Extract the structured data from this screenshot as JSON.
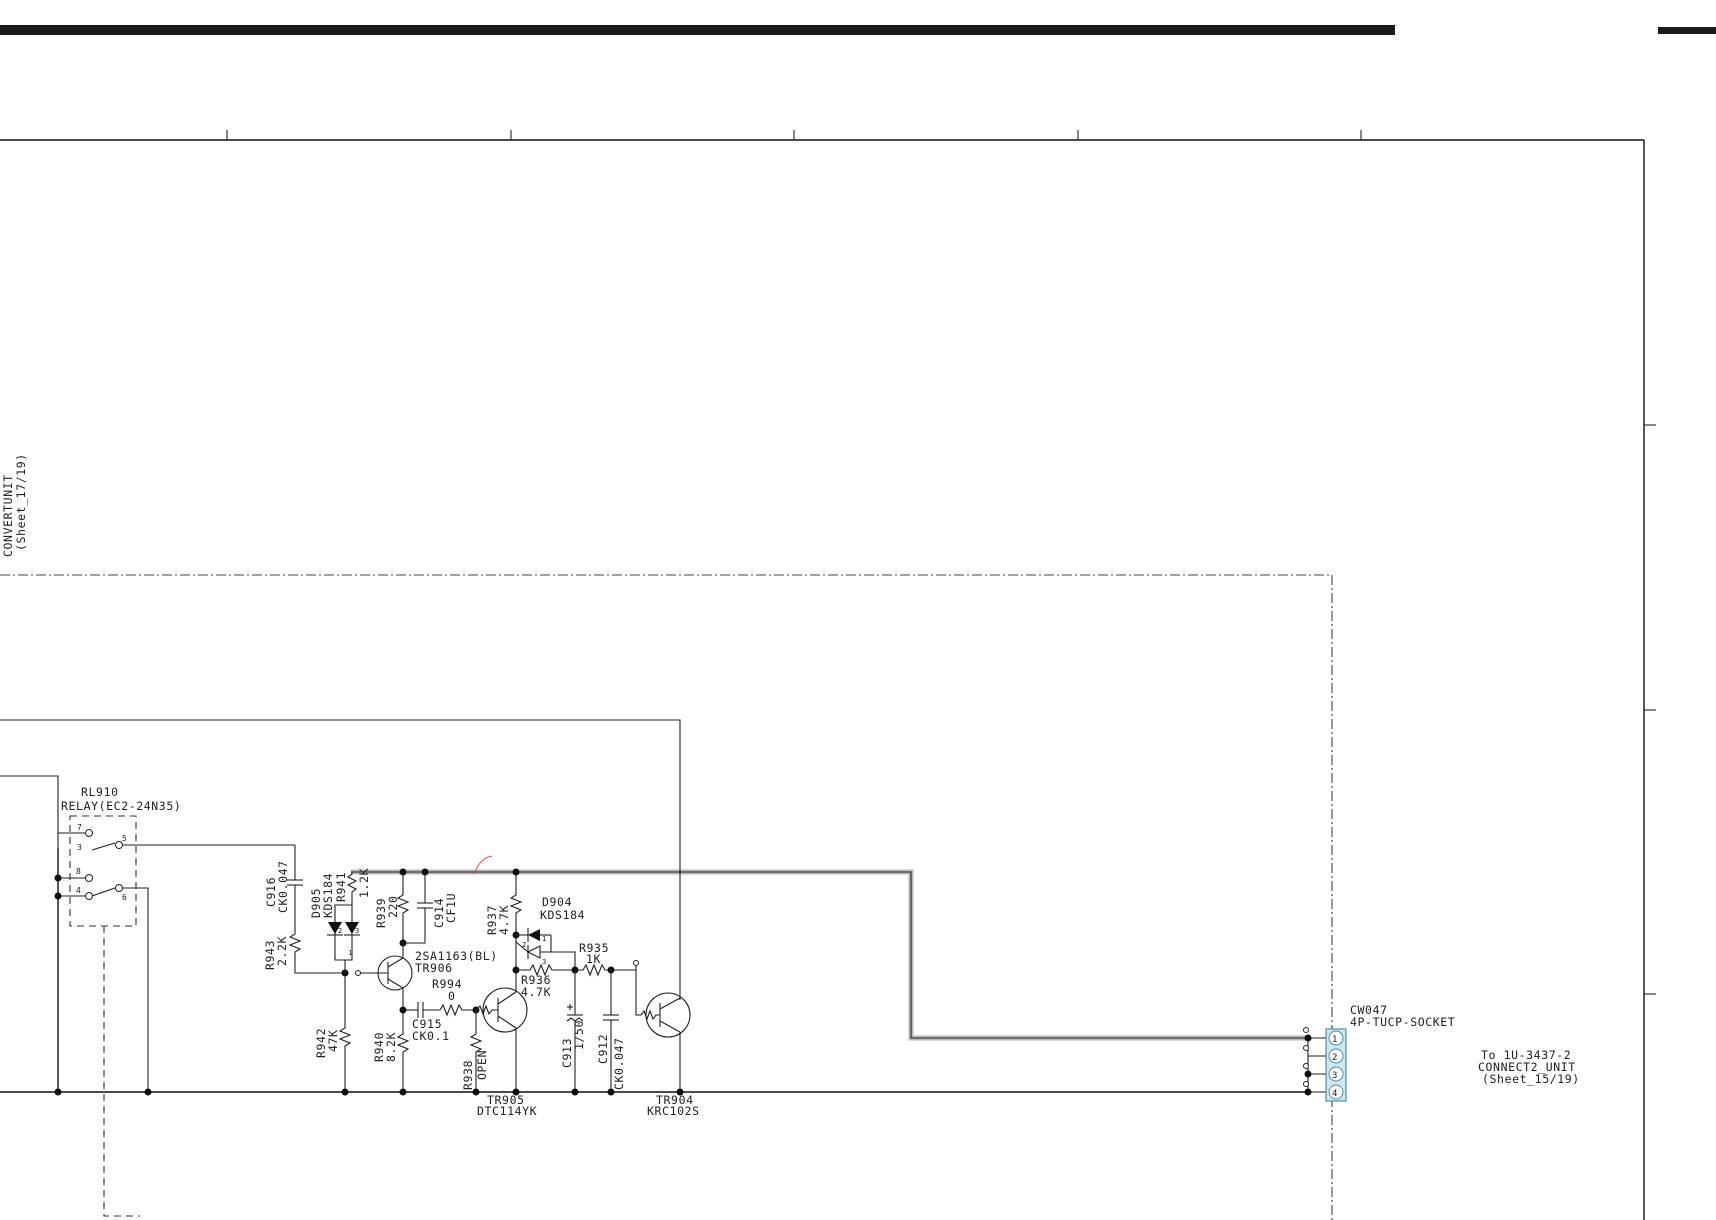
{
  "labels": {
    "convert_unit": "CONVERTUNIT",
    "convert_sheet": "(Sheet_17/19)",
    "rl910": "RL910",
    "relay": "RELAY(EC2-24N35)",
    "c916": "C916",
    "c916_val": "CK0.047",
    "d905": "D905",
    "d905_val": "KDS184",
    "r941": "R941",
    "r941_val": "1.2K",
    "r939": "R939",
    "r939_val": "220",
    "c914": "C914",
    "c914_val": "CF1U",
    "r943": "R943",
    "r943_val": "2.2K",
    "tr906_type": "2SA1163(BL)",
    "tr906": "TR906",
    "r942": "R942",
    "r942_val": "47K",
    "r940": "R940",
    "r940_val": "8.2K",
    "c915": "C915",
    "c915_val": "CK0.1",
    "r994": "R994",
    "r994_val": "0",
    "r938": "R938",
    "r938_val": "OPEN",
    "r937": "R937",
    "r937_val": "4.7K",
    "d904": "D904",
    "d904_val": "KDS184",
    "r935": "R935",
    "r935_val": "1K",
    "r936": "R936",
    "r936_val": "4.7K",
    "c913": "C913",
    "c913_val": "1/50",
    "c912": "C912",
    "c912_val": "CK0.047",
    "tr905": "TR905",
    "tr905_type": "DTC114YK",
    "tr904": "TR904",
    "tr904_type": "KRC102S",
    "cw047": "CW047",
    "cw047_type": "4P-TUCP-SOCKET",
    "to_line1": "To 1U-3437-2",
    "to_line2": "CONNECT2_UNIT",
    "to_line3": "(Sheet_15/19)",
    "pin1": "1",
    "pin2": "2",
    "pin3": "3",
    "pin4": "4",
    "relay_pin_7": "7",
    "relay_pin_5a": "5",
    "relay_pin_3": "3",
    "relay_pin_8": "8",
    "relay_pin_4": "4",
    "relay_pin_6": "6",
    "d905_pin1": "1",
    "d905_pin2": "2",
    "d905_pin3": "3",
    "d904_pin1": "1",
    "d904_pin2": "2",
    "d904_pin3": "3"
  },
  "colors": {
    "connector_fill": "#cfe8f0",
    "connector_stroke": "#4a90a8",
    "highlight": "#b8b8b8",
    "mark_red": "#e05050"
  }
}
